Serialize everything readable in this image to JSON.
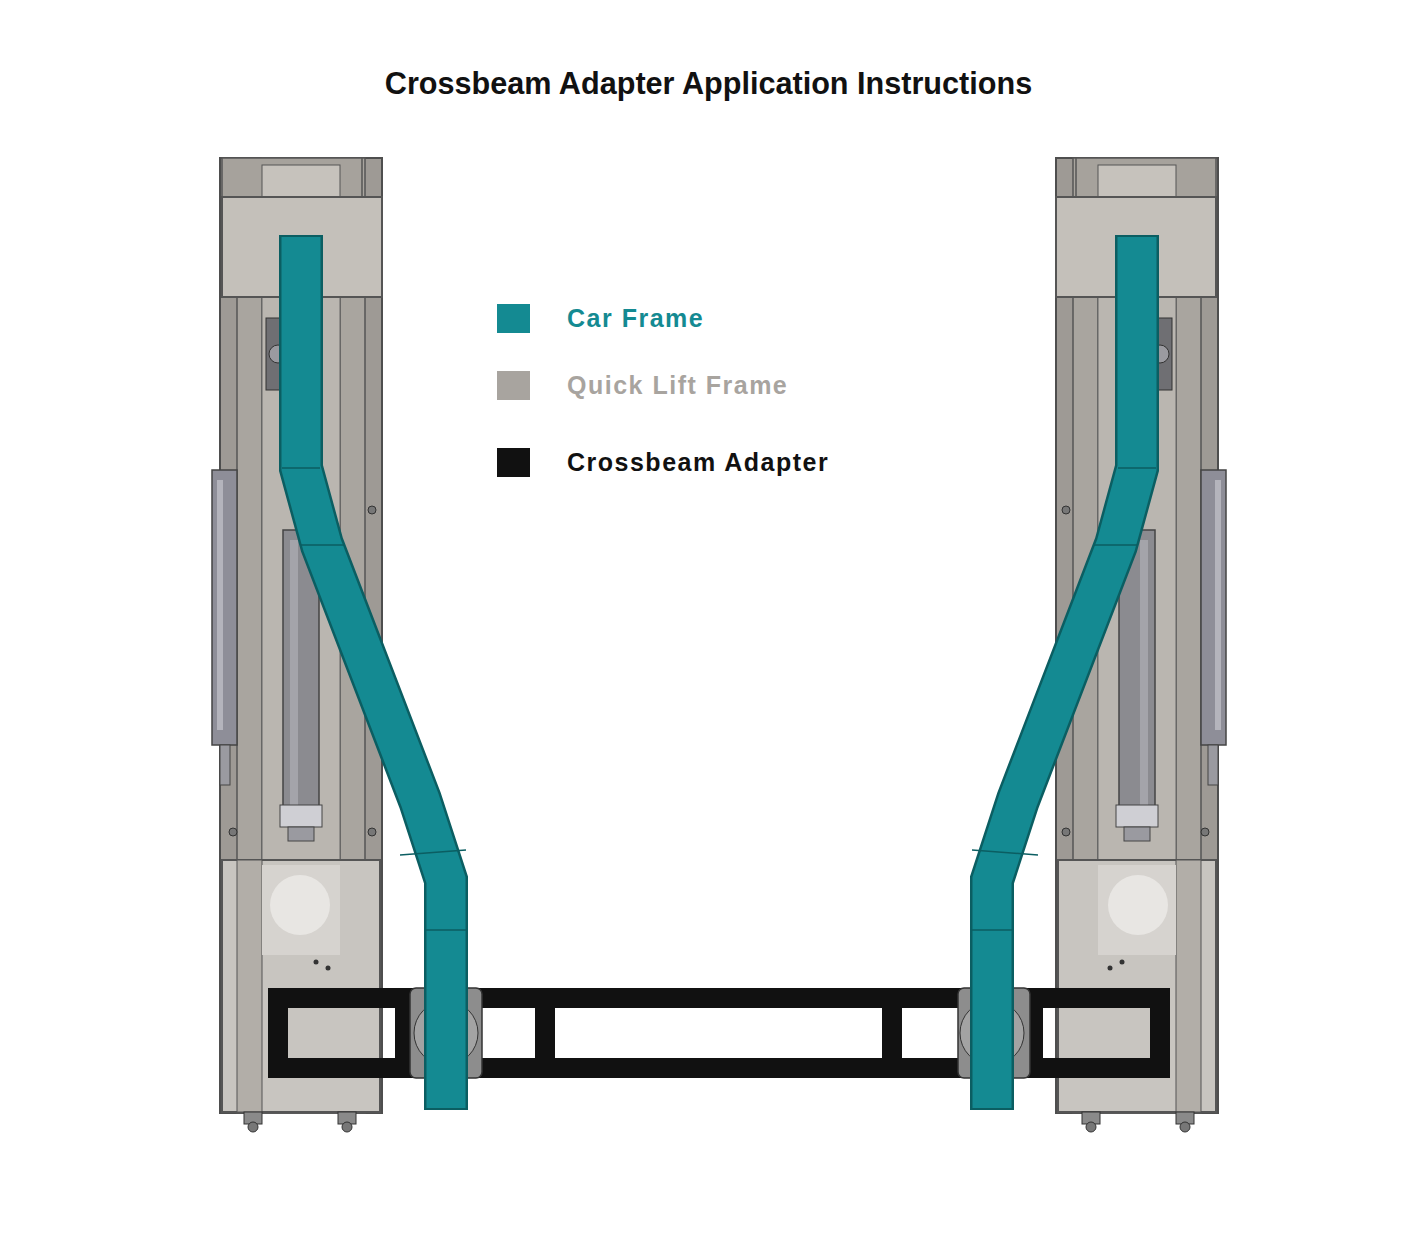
{
  "diagram": {
    "title": "Crossbeam Adapter Application Instructions",
    "legend": [
      {
        "text": "Car Frame",
        "color": "#148a92"
      },
      {
        "text": "Quick Lift Frame",
        "color": "#a8a49f"
      },
      {
        "text": "Crossbeam Adapter",
        "color": "#111111"
      }
    ]
  }
}
